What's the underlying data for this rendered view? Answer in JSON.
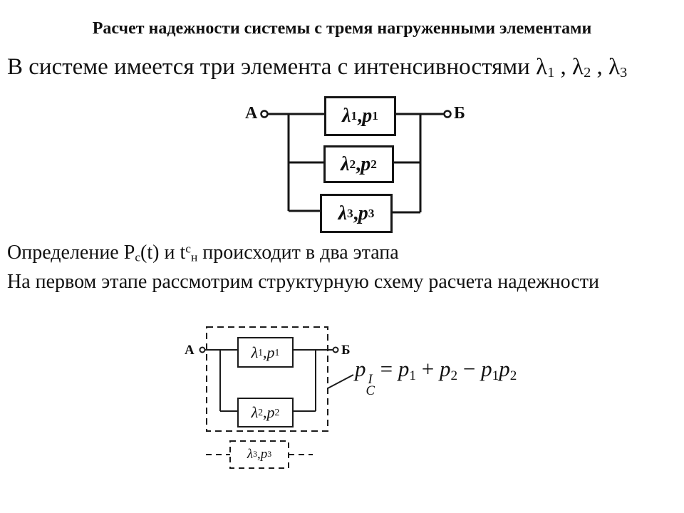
{
  "colors": {
    "ink": "#111111",
    "background": "#ffffff"
  },
  "slide": {
    "title": "Расчет надежности системы с тремя нагруженными элементами",
    "intro_text": "В системе имеется три элемента с интенсивностями ",
    "intro_lambdas": [
      {
        "sym": "λ",
        "sub": "1",
        "sep": " , "
      },
      {
        "sym": "λ",
        "sub": "2",
        "sep": " , "
      },
      {
        "sym": "λ",
        "sub": "3",
        "sep": ""
      }
    ],
    "step1": {
      "t1": "Определение P",
      "sub1": "с",
      "t2": "(t) и t",
      "sup1": "с",
      "sub2": "н",
      "t3": " происходит в два этапа"
    },
    "step2": "На первом этапе рассмотрим структурную схему расчета надежности"
  },
  "diagram1": {
    "node_left": "А",
    "node_right": "Б",
    "blocks": [
      {
        "lam": "λ",
        "lsub": "1",
        "comma": ", ",
        "p": "p",
        "psub": "1"
      },
      {
        "lam": "λ",
        "lsub": "2",
        "comma": ", ",
        "p": "p",
        "psub": "2"
      },
      {
        "lam": "λ",
        "lsub": "3",
        "comma": ", ",
        "p": "p",
        "psub": "3"
      }
    ]
  },
  "diagram2": {
    "node_left": "А",
    "node_right": "Б",
    "blocks": [
      {
        "lam": "λ",
        "lsub": "1",
        "comma": ", ",
        "p": "p",
        "psub": "1"
      },
      {
        "lam": "λ",
        "lsub": "2",
        "comma": ", ",
        "p": "p",
        "psub": "2"
      }
    ],
    "excluded": {
      "lam": "λ",
      "lsub": "3",
      "comma": ", ",
      "p": "p",
      "psub": "3"
    },
    "formula": {
      "p": "p",
      "sup": "I",
      "sub": "C",
      "eq": " = ",
      "a": "p",
      "asub": "1",
      "plus": " + ",
      "b": "p",
      "bsub": "2",
      "minus": " − ",
      "c": "p",
      "csub": "1",
      "d": "p",
      "dsub": "2"
    }
  }
}
